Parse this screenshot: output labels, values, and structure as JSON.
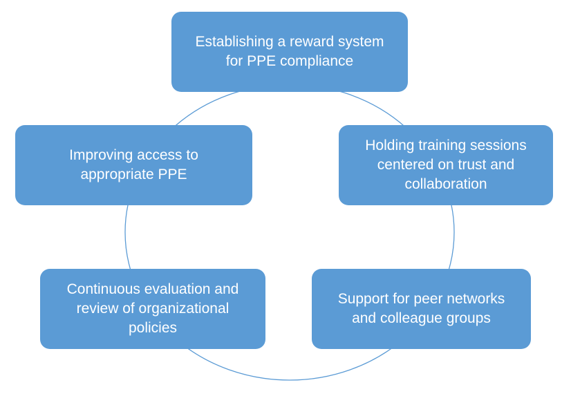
{
  "diagram": {
    "type": "cycle",
    "ring_color": "#5b9bd5",
    "node_color": "#5b9bd5",
    "text_color": "#ffffff",
    "nodes": [
      {
        "id": "top",
        "label": "Establishing a reward system\nfor PPE compliance"
      },
      {
        "id": "right",
        "label": "Holding training sessions\ncentered on trust and\ncollaboration"
      },
      {
        "id": "bottom-right",
        "label": "Support for peer networks\nand colleague groups"
      },
      {
        "id": "bottom-left",
        "label": "Continuous evaluation and\nreview of organizational\npolicies"
      },
      {
        "id": "left",
        "label": "Improving access to\nappropriate PPE"
      }
    ]
  }
}
